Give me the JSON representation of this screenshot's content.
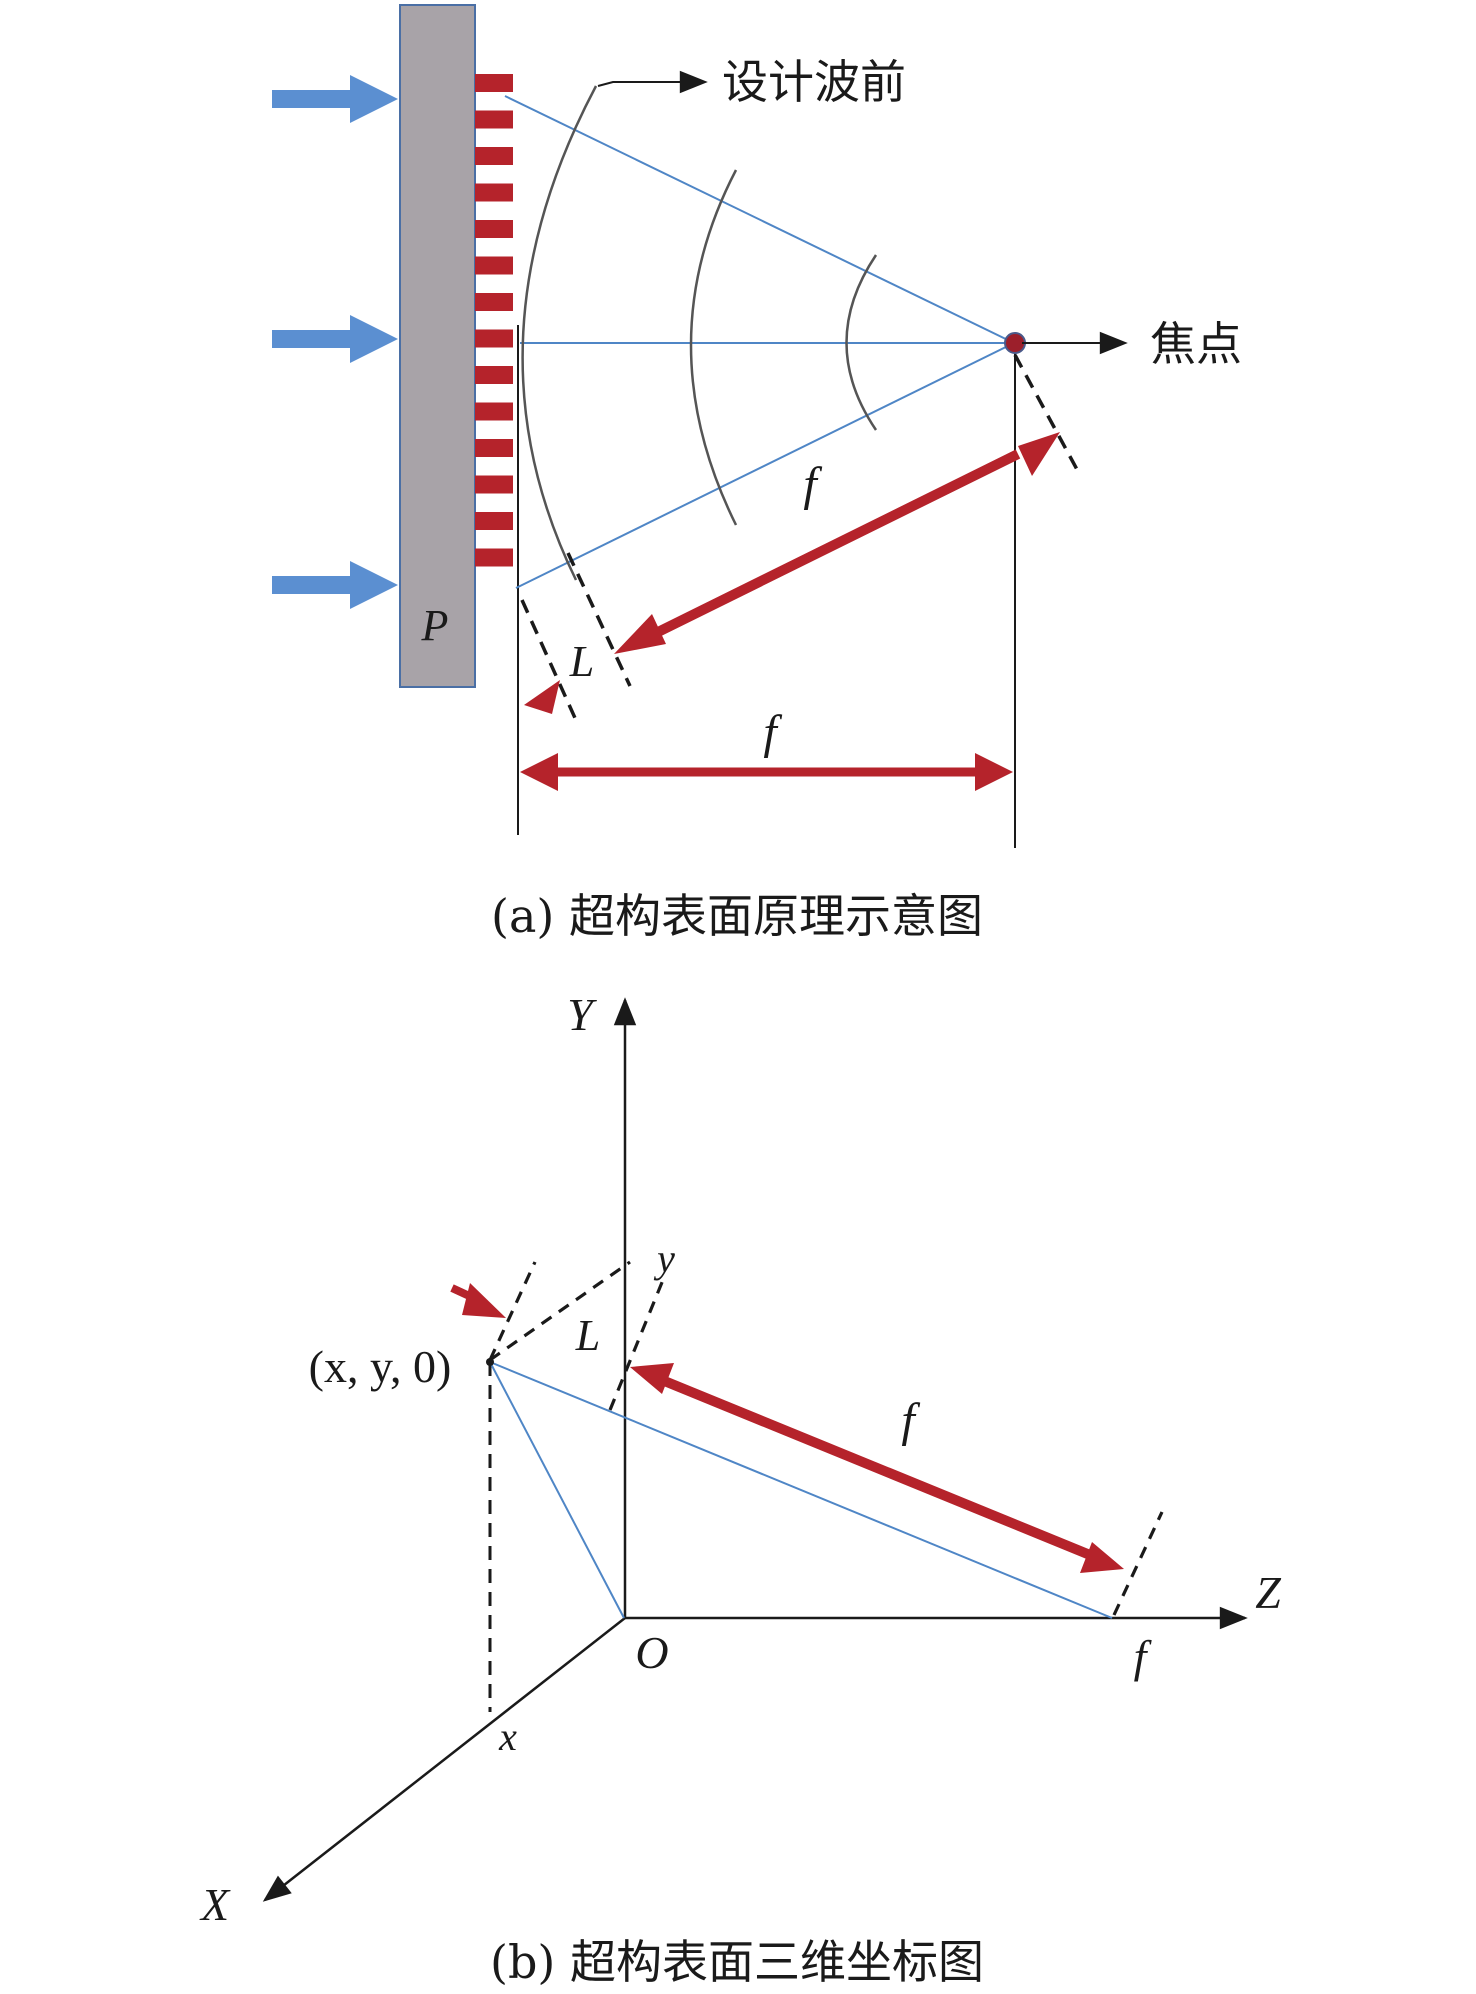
{
  "panel_a": {
    "caption": "(a) 超构表面原理示意图",
    "wavefront_label": "设计波前",
    "focus_label": "焦点",
    "plate_label": "P",
    "offset_label": "L",
    "slant_distance_label": "f",
    "focal_distance_label": "f",
    "colors": {
      "incident_arrow": "#5b8fd1",
      "plate_fill": "#a8a3a8",
      "plate_border": "#4a6fa5",
      "unit_cell": "#b5232b",
      "ray": "#4f86c6",
      "wavefront": "#555555",
      "dimension_arrow": "#b5232b",
      "focus_dot": "#9c1f2b"
    }
  },
  "panel_b": {
    "caption": "(b) 超构表面三维坐标图",
    "axis_x_label": "X",
    "axis_y_label": "Y",
    "axis_z_label": "Z",
    "origin_label": "O",
    "point_label": "(x, y, 0)",
    "proj_x_label": "x",
    "proj_y_label": "y",
    "offset_label": "L",
    "slant_distance_label": "f",
    "z_focus_label": "f",
    "colors": {
      "axis": "#1a1a1a",
      "ray": "#4f86c6",
      "dimension_arrow": "#b5232b"
    }
  }
}
